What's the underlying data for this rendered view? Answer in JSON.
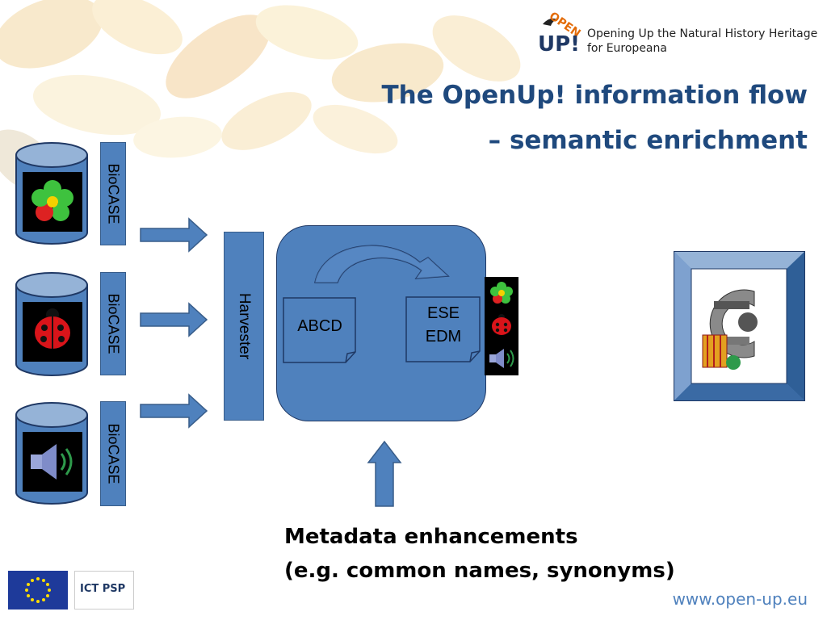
{
  "header": {
    "logo_open": "OPEN",
    "logo_up": "UP!",
    "tagline_line1": "Opening Up the Natural History Heritage",
    "tagline_line2": "for Europeana"
  },
  "title": {
    "line1": "The OpenUp! information flow",
    "line2": "– semantic enrichment"
  },
  "providers": {
    "label": "BioCASE",
    "items": [
      {
        "icon": "flower-icon"
      },
      {
        "icon": "ladybug-icon"
      },
      {
        "icon": "speaker-icon"
      }
    ]
  },
  "harvester": {
    "label": "Harvester"
  },
  "process": {
    "source_doc": "ABCD",
    "target_doc_line1": "ESE",
    "target_doc_line2": "EDM"
  },
  "europeana": {
    "icon": "europeana-logo"
  },
  "metadata": {
    "line1": "Metadata enhancements",
    "line2": "(e.g. common names, synonyms)"
  },
  "footer": {
    "url": "www.open-up.eu",
    "ict_label": "ICT PSP"
  },
  "colors": {
    "accent": "#4f81bd",
    "title": "#1f497d",
    "dark_border": "#385d8a"
  }
}
